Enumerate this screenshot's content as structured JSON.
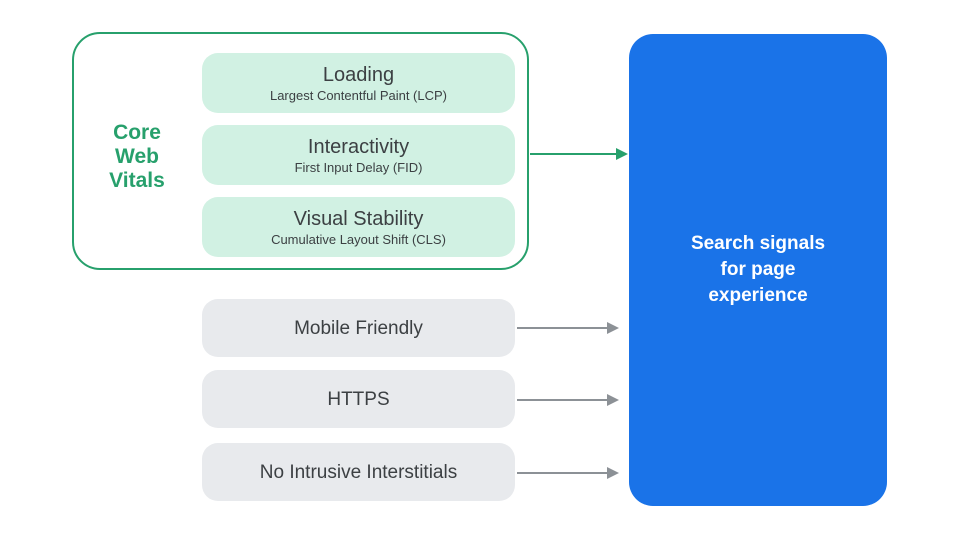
{
  "colors": {
    "green": "#27A06C",
    "green-light": "#D1F1E3",
    "blue": "#1A73E8",
    "gray-box": "#E8EAED",
    "text-dark": "#3C4043",
    "arrow-gray": "#8C9196",
    "white": "#FFFFFF"
  },
  "core_web_vitals": {
    "label_lines": [
      "Core",
      "Web",
      "Vitals"
    ],
    "items": [
      {
        "title": "Loading",
        "subtitle": "Largest Contentful Paint (LCP)"
      },
      {
        "title": "Interactivity",
        "subtitle": "First Input Delay (FID)"
      },
      {
        "title": "Visual Stability",
        "subtitle": "Cumulative Layout Shift (CLS)"
      }
    ]
  },
  "other_signals": [
    {
      "label": "Mobile Friendly"
    },
    {
      "label": "HTTPS"
    },
    {
      "label": "No Intrusive Interstitials"
    }
  ],
  "result_box": {
    "lines": [
      "Search signals",
      "for page",
      "experience"
    ]
  }
}
